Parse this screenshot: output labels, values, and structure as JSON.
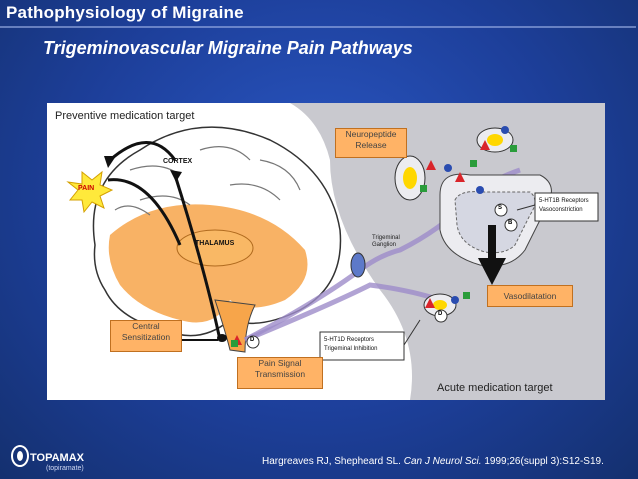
{
  "slide": {
    "title": "Pathophysiology of Migraine",
    "subtitle": "Trigeminovascular Migraine Pain Pathways"
  },
  "labels": {
    "preventive": "Preventive medication target",
    "acute": "Acute medication target",
    "neuropeptide_line1": "Neuropeptide",
    "neuropeptide_line2": "Release",
    "vasodilatation": "Vasodilatation",
    "central_line1": "Central",
    "central_line2": "Sensitization",
    "pain_signal_line1": "Pain Signal",
    "pain_signal_line2": "Transmission",
    "pain": "PAIN",
    "cortex": "CORTEX",
    "thalamus": "THALAMUS",
    "trigeminal_line1": "Trigeminal",
    "trigeminal_line2": "Ganglion",
    "receptor_1b_line1": "5-HT1B Receptors",
    "receptor_1b_line2": "Vasoconstriction",
    "receptor_1d_line1": "5-HT1D Receptors",
    "receptor_1d_line2": "Trigeminal Inhibition",
    "marker_d": "D",
    "marker_b": "B"
  },
  "citation": {
    "authors": "Hargreaves RJ, Shepheard SL.",
    "journal": "Can J Neurol Sci.",
    "details": "1999;26(suppl 3):S12-S19."
  },
  "logo": {
    "name": "TOPAMAX",
    "generic": "(topiramate)"
  },
  "colors": {
    "background": "#1d3f9a",
    "brain_orange": "#f7a54a",
    "box_fill": "#ffb366",
    "panel_gray": "#c9c9cf"
  }
}
